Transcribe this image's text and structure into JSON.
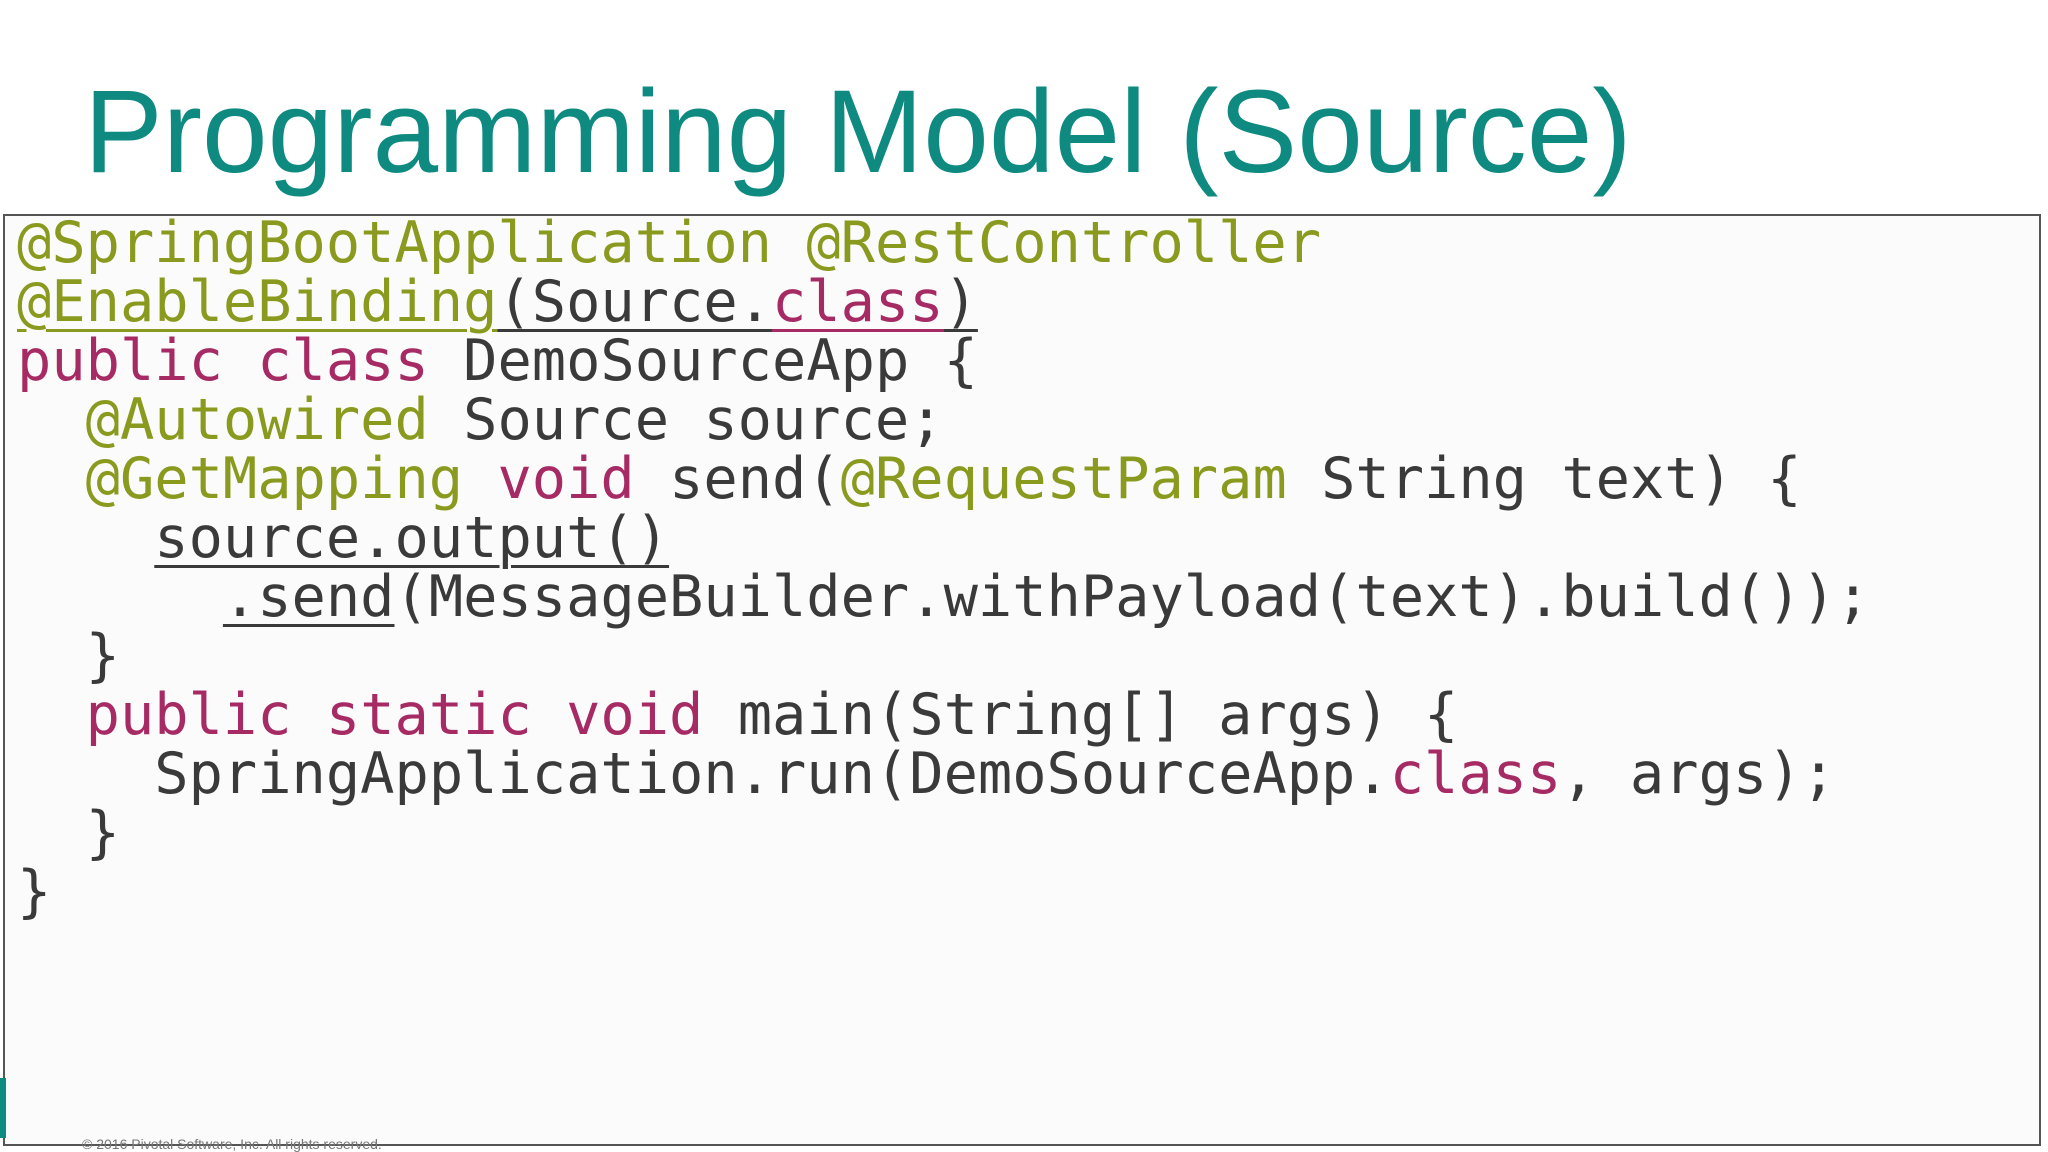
{
  "slide": {
    "title": "Programming Model (Source)",
    "footer": "© 2016 Pivotal Software, Inc. All rights reserved.",
    "page_number": ""
  },
  "colors": {
    "title": "#0e8a80",
    "annotation": "#8a9a1e",
    "keyword": "#a62a63",
    "code_text": "#3a3a3a",
    "box_border": "#555555"
  },
  "code": {
    "line1": {
      "a": "@SpringBootApplication",
      "b": " ",
      "c": "@RestController"
    },
    "line2": {
      "a": "@EnableBinding",
      "b": "(Source.",
      "c": "class",
      "d": ")"
    },
    "line3": {
      "a": "public",
      "b": " ",
      "c": "class",
      "d": " DemoSourceApp {"
    },
    "line4": {
      "indent": "  ",
      "a": "@Autowired",
      "b": " Source source;"
    },
    "line5": {
      "indent": "  ",
      "a": "@GetMapping",
      "b": " ",
      "c": "void",
      "d": " send(",
      "e": "@RequestParam",
      "f": " String text) {"
    },
    "line6": {
      "indent": "    ",
      "a": "source.output()"
    },
    "line7": {
      "indent": "      ",
      "a": ".send",
      "b": "(MessageBuilder.withPayload(text).build());"
    },
    "line8": {
      "indent": "  ",
      "a": "}"
    },
    "line9": {
      "indent": "  ",
      "a": "public",
      "b": " ",
      "c": "static",
      "d": " ",
      "e": "void",
      "f": " main(String[] args) {"
    },
    "line10": {
      "indent": "    ",
      "a": "SpringApplication.run(DemoSourceApp.",
      "b": "class",
      "c": ", args);"
    },
    "line11": {
      "indent": "  ",
      "a": "}"
    },
    "line12": {
      "a": "}"
    }
  }
}
